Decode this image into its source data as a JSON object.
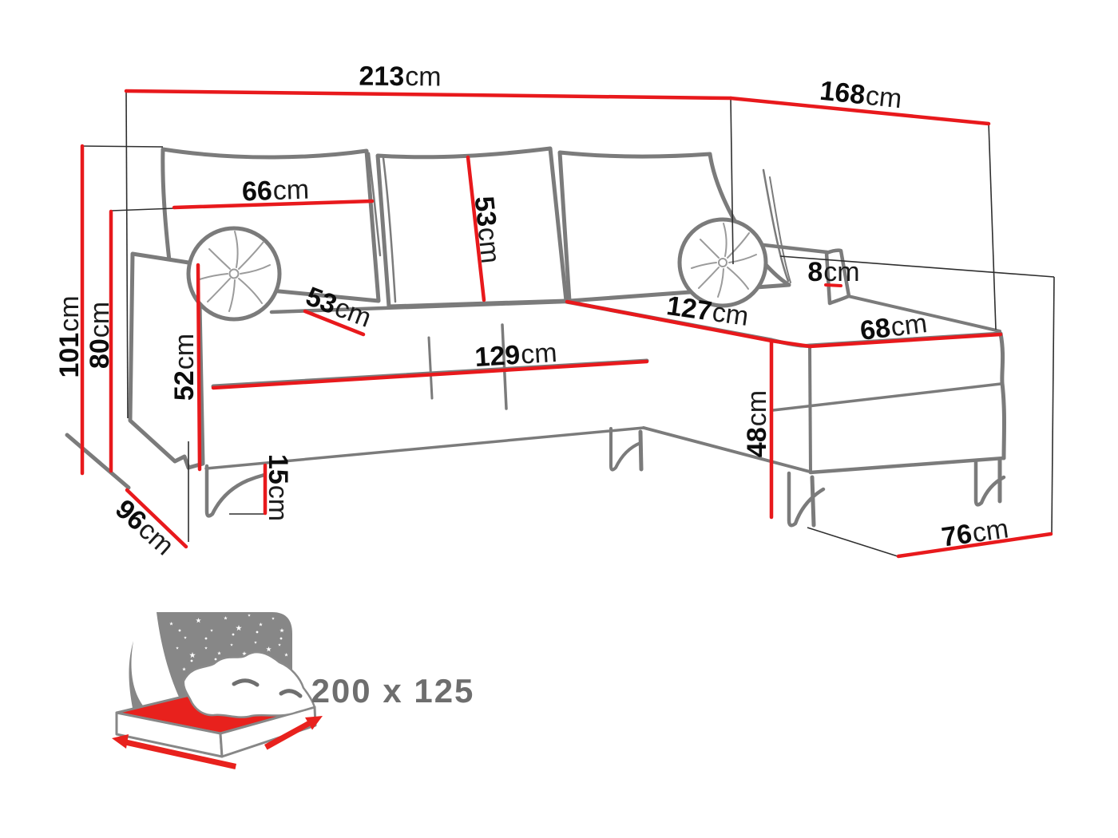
{
  "page": {
    "background": "#ffffff",
    "description": "Corner sofa dimension diagram with sleeping-function bed icon"
  },
  "dimensions": {
    "total_width": {
      "value": "213",
      "unit": "cm"
    },
    "total_depth_right": {
      "value": "168",
      "unit": "cm"
    },
    "total_height": {
      "value": "101",
      "unit": "cm"
    },
    "backrest_height": {
      "value": "80",
      "unit": "cm"
    },
    "back_cushion_width": {
      "value": "66",
      "unit": "cm"
    },
    "back_cushion_height": {
      "value": "53",
      "unit": "cm"
    },
    "seat_depth": {
      "value": "53",
      "unit": "cm"
    },
    "armrest_height": {
      "value": "52",
      "unit": "cm"
    },
    "seat_length": {
      "value": "129",
      "unit": "cm"
    },
    "chaise_length": {
      "value": "127",
      "unit": "cm"
    },
    "chaise_back_thickness": {
      "value": "8",
      "unit": "cm"
    },
    "chaise_width": {
      "value": "68",
      "unit": "cm"
    },
    "chaise_height": {
      "value": "48",
      "unit": "cm"
    },
    "leg_height": {
      "value": "15",
      "unit": "cm"
    },
    "side_depth": {
      "value": "96",
      "unit": "cm"
    },
    "chaise_end_width": {
      "value": "76",
      "unit": "cm"
    }
  },
  "sleeping_function": {
    "icon": "sofa-bed-night-stars-icon",
    "bed_size": "200 x 125"
  },
  "colors": {
    "dimension_line": "#e8191c",
    "sofa_outline": "#7b7b7b",
    "extent_line": "#2f2f2f",
    "icon_gray": "#878787",
    "icon_red": "#e8211d",
    "label_text": "#0c0c0c",
    "bed_size_text": "#6e6e6e"
  }
}
